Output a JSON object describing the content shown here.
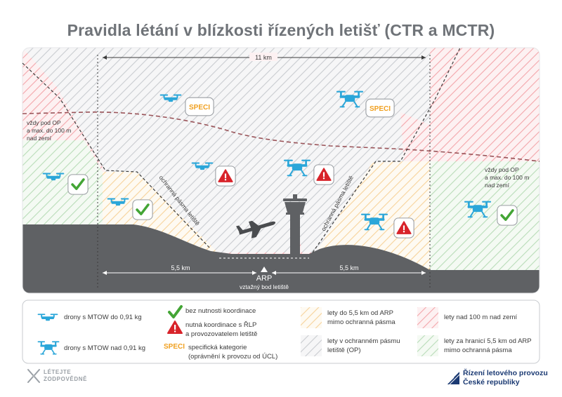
{
  "title": "Pravidla létání v blízkosti řízených letišť (CTR a MCTR)",
  "labels": {
    "distance_top": "11 km",
    "distance_left": "5,5 km",
    "distance_right": "5,5 km",
    "arp": "ARP",
    "arp_sub": "vztažný bod letiště",
    "protection_left": "ochranná pásma letiště",
    "protection_right": "ochranná pásma letiště",
    "left_note": [
      "vždy pod OP",
      "a max. do 100 m",
      "nad zemí"
    ],
    "right_note": [
      "vždy pod OP",
      "a max. do 100 m",
      "nad zemí"
    ],
    "speci": "SPECI"
  },
  "legend": {
    "small_drone": "drony s MTOW do 0,91 kg",
    "large_drone": "drony s MTOW nad 0,91 kg",
    "no_coord": "bez nutnosti koordinace",
    "coord": [
      "nutná koordinace s ŘLP",
      "a provozovatelem letiště"
    ],
    "speci_label": "SPECI",
    "speci_desc": [
      "specifická kategorie",
      "(oprávnění k provozu od ÚCL)"
    ],
    "zone_orange": [
      "lety do 5,5 km od ARP",
      "mimo ochranná pásma"
    ],
    "zone_grey": [
      "lety v ochranném pásmu",
      "letiště (OP)"
    ],
    "zone_red": "lety nad 100 m nad zemí",
    "zone_green": [
      "lety za hranicí 5,5 km od ARP",
      "mimo ochranná pásma"
    ]
  },
  "logos": {
    "left": [
      "LÉTEJTE",
      "ZODPOVĚDNĚ"
    ],
    "right": [
      "Řízení letového provozu",
      "České republiky"
    ]
  },
  "colors": {
    "red_hatch": "#f3a6ab",
    "grey_hatch": "#c9ccd0",
    "orange_hatch": "#f7d39b",
    "green_hatch": "#b9dcb8",
    "ground": "#5f6164",
    "drone": "#2aa6d9",
    "check": "#43a535",
    "warn": "#d8232a",
    "speci": "#f0a020",
    "dashed": "#9a5459"
  }
}
